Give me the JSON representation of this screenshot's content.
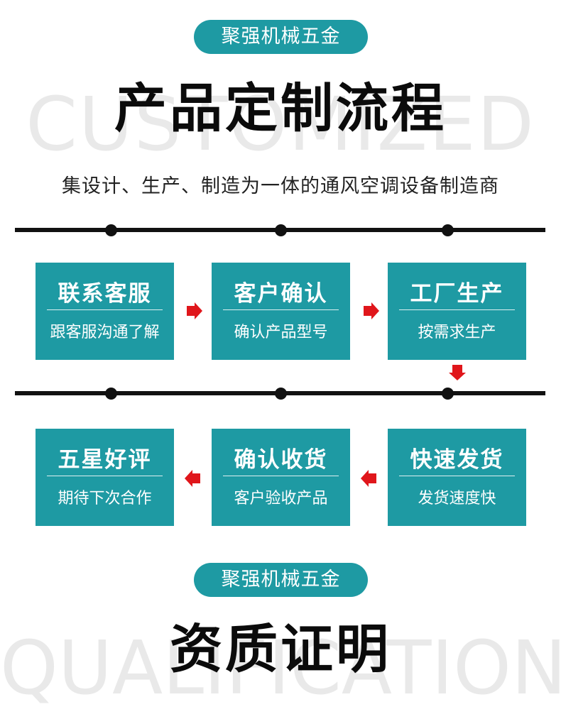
{
  "brand_pill": "聚强机械五金",
  "section1": {
    "watermark": "CUSTOMIZED",
    "title": "产品定制流程",
    "subtitle": "集设计、生产、制造为一体的通风空调设备制造商"
  },
  "steps_row1": [
    {
      "title": "联系客服",
      "desc": "跟客服沟通了解"
    },
    {
      "title": "客户确认",
      "desc": "确认产品型号"
    },
    {
      "title": "工厂生产",
      "desc": "按需求生产"
    }
  ],
  "steps_row2": [
    {
      "title": "五星好评",
      "desc": "期待下次合作"
    },
    {
      "title": "确认收货",
      "desc": "客户验收产品"
    },
    {
      "title": "快速发货",
      "desc": "发货速度快"
    }
  ],
  "section2": {
    "brand_pill": "聚强机械五金",
    "watermark": "QUALIFICATIONS",
    "title": "资质证明"
  },
  "colors": {
    "teal": "#1e9aa3",
    "arrow_red": "#e0161b",
    "line": "#111111"
  }
}
